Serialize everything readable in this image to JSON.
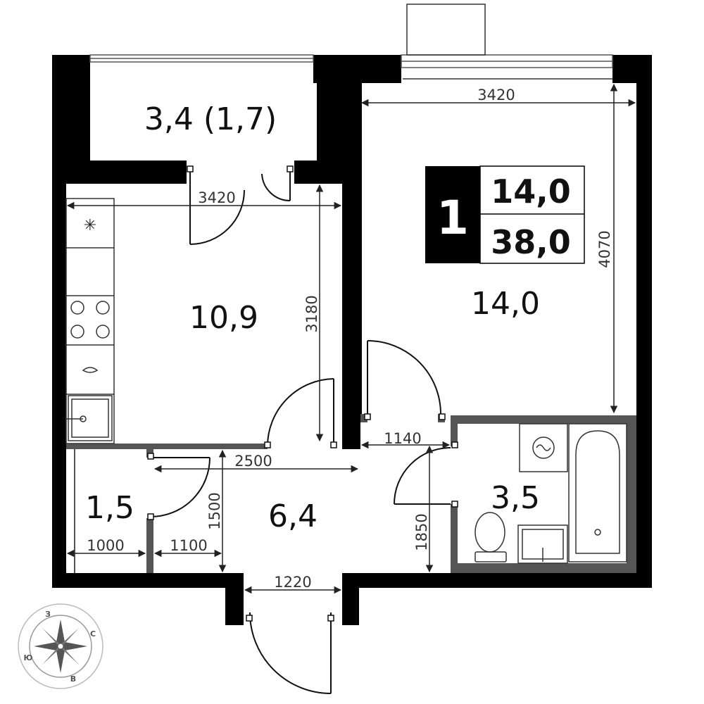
{
  "plan": {
    "badge": {
      "rooms": "1",
      "living_area": "14,0",
      "total_area": "38,0"
    },
    "rooms": {
      "balcony": "3,4 (1,7)",
      "kitchen": "10,9",
      "living_room": "14,0",
      "bathroom": "3,5",
      "hall": "6,4",
      "storage": "1,5"
    },
    "dimensions": {
      "living_width": "3420",
      "kitchen_width": "3420",
      "living_depth": "4070",
      "kitchen_depth": "3180",
      "bath_opening": "1140",
      "hall_width": "2500",
      "hall_depth": "1500",
      "bath_depth": "1850",
      "storage_width": "1000",
      "hall_passage": "1100",
      "entrance_width": "1220"
    },
    "compass": {
      "north": "З",
      "east": "С",
      "west": "Ю",
      "south": "В"
    },
    "colors": {
      "wall": "#000000",
      "partition": "#555555",
      "fixture": "#333333"
    }
  }
}
